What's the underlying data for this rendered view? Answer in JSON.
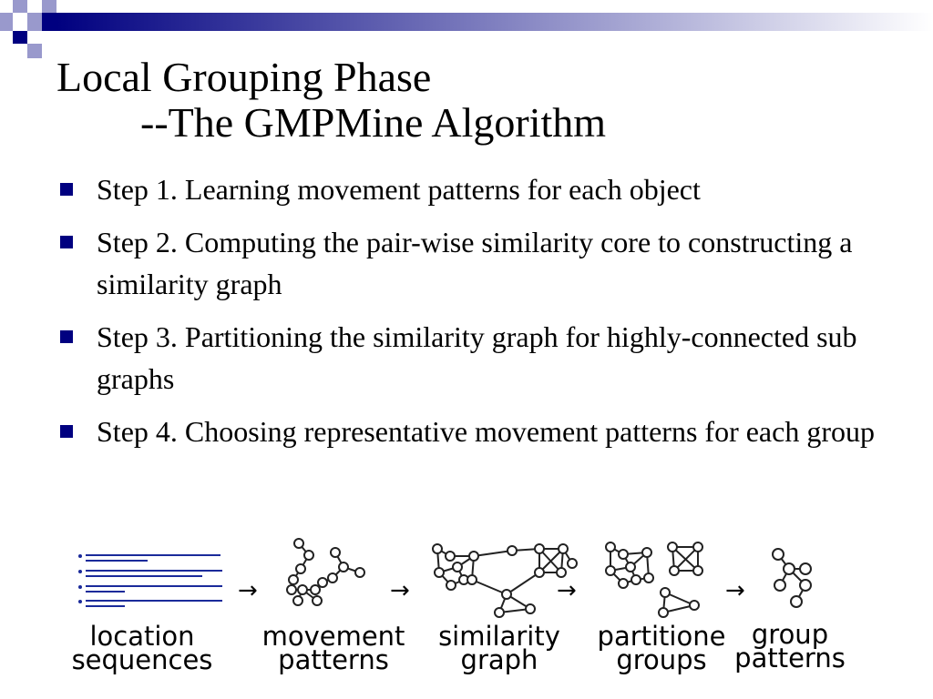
{
  "slide": {
    "title_line1": "Local Grouping Phase",
    "title_line2": "--The GMPMine Algorithm",
    "bullets": [
      "Step 1. Learning movement patterns for each object",
      "Step 2. Computing the pair-wise similarity core to constructing a similarity graph",
      "Step 3. Partitioning the similarity graph for highly-connected sub graphs",
      "Step 4. Choosing representative movement patterns for each group"
    ],
    "accent_color": "#000080"
  },
  "diagram": {
    "stages": [
      {
        "line1": "location",
        "line2": "sequences"
      },
      {
        "line1": "movement",
        "line2": "patterns"
      },
      {
        "line1": "similarity",
        "line2": "graph"
      },
      {
        "line1": "partitione",
        "line2": "groups"
      },
      {
        "line1": "group",
        "line2": "patterns"
      }
    ],
    "arrow_glyph": "→"
  }
}
